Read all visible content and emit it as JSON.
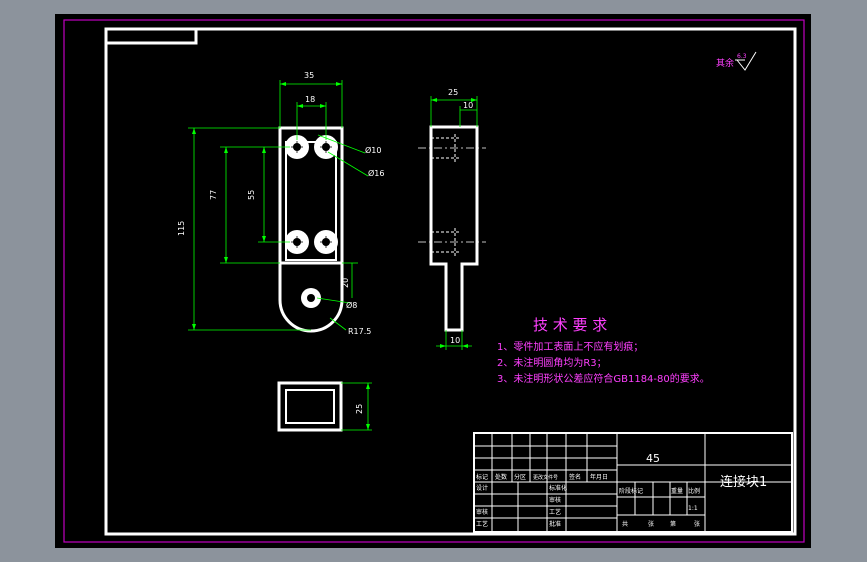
{
  "colors": {
    "background": "#8c939c",
    "canvas": "#000000",
    "sheet_border": "#ffffff",
    "outer_border": "#c000c0",
    "dimension": "#00ff00",
    "text_magenta": "#ff40ff",
    "title_text": "#ffffff"
  },
  "surface_finish": {
    "label": "其余",
    "value": "6.3"
  },
  "dimensions": {
    "front_width": "35",
    "hole_spacing_horizontal": "18",
    "hole_dia_small": "Ø10",
    "hole_dia_large": "Ø16",
    "overall_height": "115",
    "height_77": "77",
    "hole_spacing_vertical": "55",
    "dim_20": "20",
    "bottom_hole_dia": "Ø8",
    "bottom_radius": "R17.5",
    "side_width": "25",
    "side_inner": "10",
    "tab_width": "10",
    "section_height": "25"
  },
  "tech_requirements": {
    "title": "技 术 要 求",
    "items": [
      "1、零件加工表面上不应有划痕；",
      "2、未注明圆角均为R3；",
      "3、未注明形状公差应符合GB1184-80的要求。"
    ]
  },
  "title_block": {
    "material": "45",
    "part_name": "连接块1",
    "row_labels_left": [
      "标记",
      "处数",
      "分区",
      "更改文件号",
      "签名",
      "年月日"
    ],
    "designer_row": [
      "设计",
      "",
      "",
      "标准化"
    ],
    "review_row": [
      "审核",
      "",
      "",
      "工艺"
    ],
    "middle_labels": [
      "阶段标记",
      "重量",
      "比例"
    ],
    "checker_labels": [
      "审核",
      "工艺",
      "批准"
    ],
    "scale": "1:1",
    "sheet_labels": [
      "共",
      "张",
      "第",
      "张"
    ]
  }
}
